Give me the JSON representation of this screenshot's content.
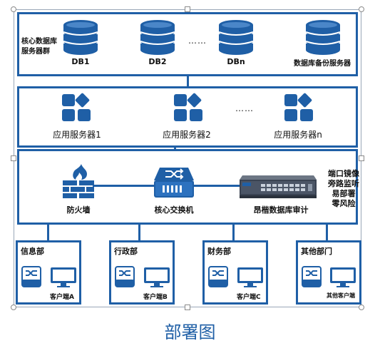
{
  "db_layer": {
    "group_label_line1": "核心数据库",
    "group_label_line2": "服务器群",
    "db1": "DB1",
    "db2": "DB2",
    "ellipsis": "……",
    "dbn": "DBn",
    "backup": "数据库备份服务器"
  },
  "app_layer": {
    "app1": "应用服务器1",
    "app2": "应用服务器2",
    "ellipsis": "……",
    "appn": "应用服务器n"
  },
  "core_layer": {
    "firewall": "防火墙",
    "core_switch": "核心交换机",
    "audit": "昂楷数据库审计",
    "note_line1": "端口镜像",
    "note_line2": "旁路监听",
    "note_line3": "易部署",
    "note_line4": "零风险"
  },
  "departments": [
    {
      "title": "信息部",
      "client": "客户端A"
    },
    {
      "title": "行政部",
      "client": "客户端B"
    },
    {
      "title": "财务部",
      "client": "客户端C"
    },
    {
      "title": "其他部门",
      "client": "其他客户端"
    }
  ],
  "caption": "部署图",
  "colors": {
    "accent": "#1f5fa6",
    "icon": "#1f5fa6"
  }
}
